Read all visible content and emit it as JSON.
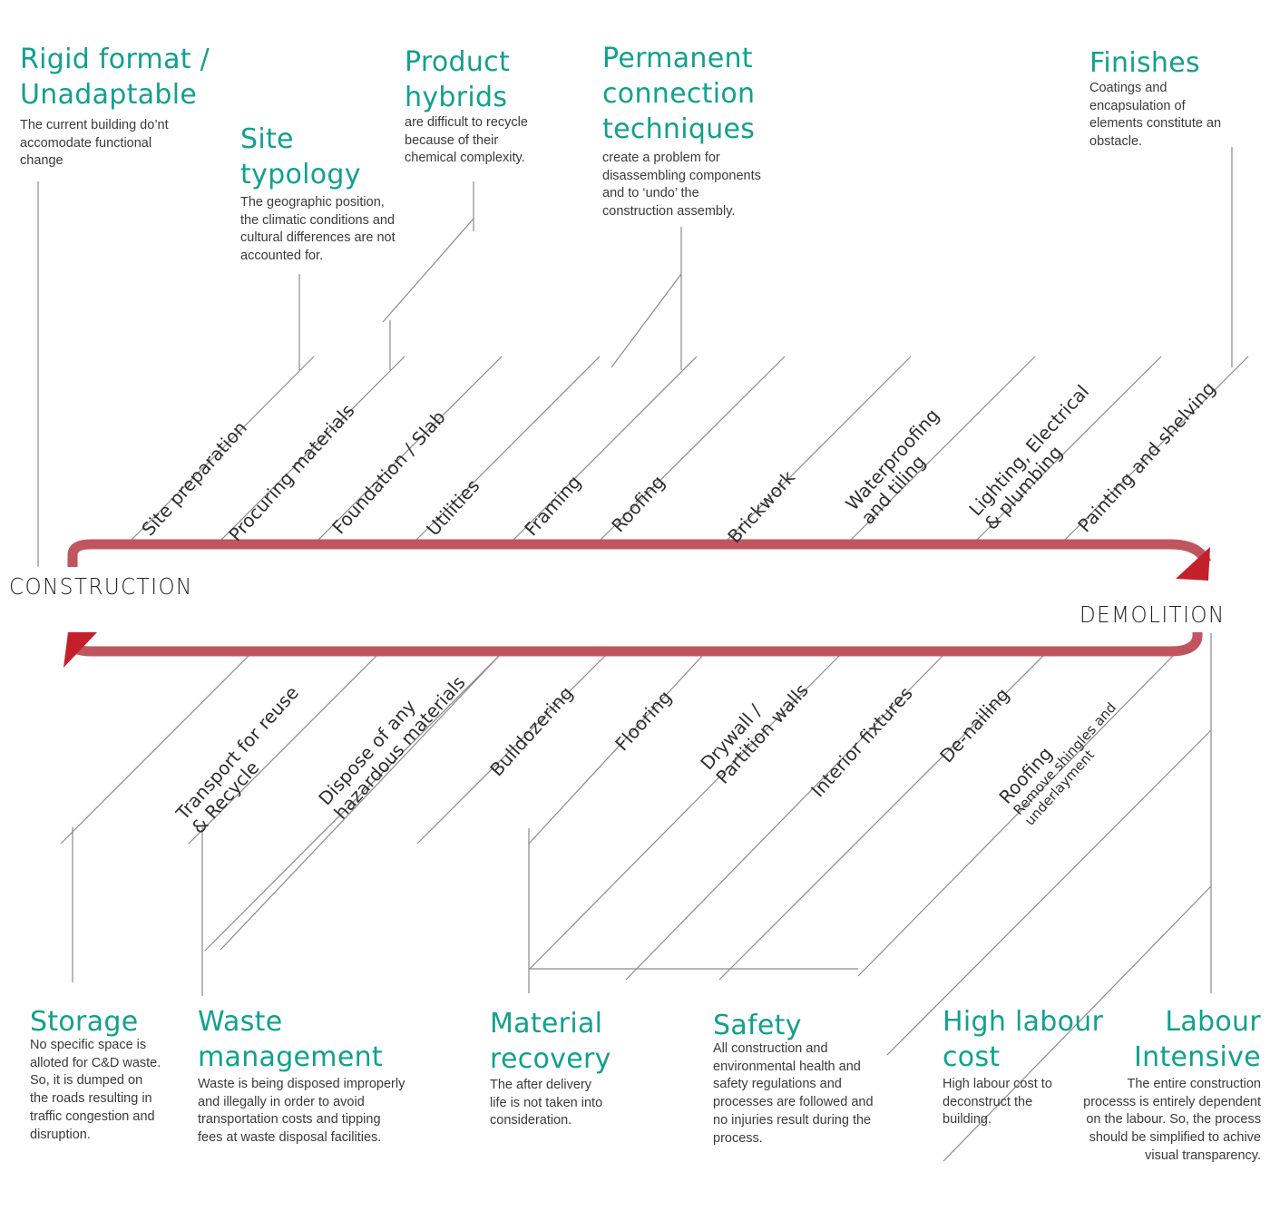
{
  "colors": {
    "accent_teal": "#12a08f",
    "flow_red": "#c1555f",
    "arrow_red": "#c4202c",
    "connector_gray": "#8a8a8a",
    "text_dark": "#2e2e2e"
  },
  "nodes": {
    "start": "CONSTRUCTION",
    "end": "DEMOLITION"
  },
  "construction_stages": [
    {
      "label": "Site preparation"
    },
    {
      "label": "Procuring materials"
    },
    {
      "label": "Foundation / Slab"
    },
    {
      "label": "Utilities"
    },
    {
      "label": "Framing"
    },
    {
      "label": "Roofing"
    },
    {
      "label": "Brickwork"
    },
    {
      "label": "Waterproofing\nand tiling"
    },
    {
      "label": "Lighting, Electrical\n& plumbing"
    },
    {
      "label": "Painting and shelving"
    }
  ],
  "demolition_stages": [
    {
      "label": "Transport for reuse\n& Recycle"
    },
    {
      "label": "Dispose of any\nhazardous materials"
    },
    {
      "label": "Bulldozering"
    },
    {
      "label": "Flooring"
    },
    {
      "label": "Drywall /\nPartition walls"
    },
    {
      "label": "Interior fixtures"
    },
    {
      "label": "De-nailing"
    },
    {
      "label": "Roofing",
      "sub": "Remove shingles and\nunderlayment"
    }
  ],
  "top_issues": [
    {
      "title": "Rigid format /\nUnadaptable",
      "desc": "The current building do’nt\naccomodate functional\nchange"
    },
    {
      "title": "Site\ntypology",
      "desc": "The geographic position,\nthe climatic conditions and\ncultural differences are not\naccounted for."
    },
    {
      "title": "Product\nhybrids",
      "desc": "are difficult to recycle\nbecause of their\nchemical complexity."
    },
    {
      "title": "Permanent\nconnection\ntechniques",
      "desc": "create a problem for\ndisassembling components\nand to ‘undo’ the\nconstruction assembly."
    },
    {
      "title": "Finishes",
      "desc": "Coatings and\nencapsulation of\nelements constitute an\nobstacle."
    }
  ],
  "bottom_issues": [
    {
      "title": "Storage",
      "desc": "No specific space is\nalloted for C&D waste.\nSo, it is dumped  on\nthe roads resulting in\ntraffic congestion and\ndisruption."
    },
    {
      "title": "Waste\nmanagement",
      "desc": "Waste is being disposed improperly\nand illegally in order to avoid\ntransportation costs and tipping\nfees at waste disposal facilities."
    },
    {
      "title": "Material\nrecovery",
      "desc": "The after delivery\nlife is not taken into\nconsideration."
    },
    {
      "title": "Safety",
      "desc": "All construction and\nenvironmental health and\nsafety regulations and\nprocesses are followed and\nno injuries result during the\nprocess."
    },
    {
      "title": "High labour\ncost",
      "desc": "High labour cost to\ndeconstruct the\nbuilding."
    },
    {
      "title": "Labour\nIntensive",
      "desc": "The entire construction\nprocesss is entirely dependent\non the labour. So, the process\nshould be simplified to achive\nvisual transparency."
    }
  ]
}
